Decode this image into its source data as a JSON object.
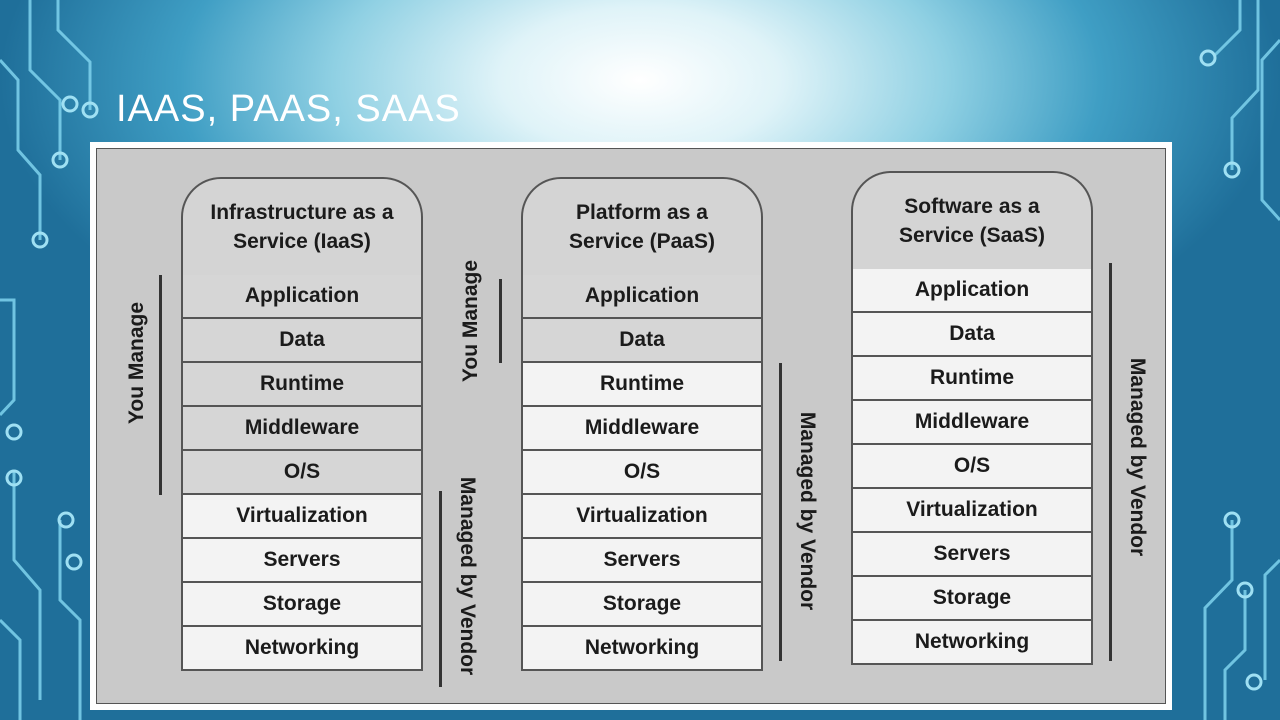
{
  "title": "IAAS, PAAS, SAAS",
  "colors": {
    "you_manage_fill": "#d6d6d6",
    "vendor_fill": "#f3f3f3",
    "panel": "#c9c9c9"
  },
  "columns": [
    {
      "id": "iaas",
      "header": "Infrastructure as a Service (IaaS)",
      "you_manage_count": 5,
      "layers": [
        "Application",
        "Data",
        "Runtime",
        "Middleware",
        "O/S",
        "Virtualization",
        "Servers",
        "Storage",
        "Networking"
      ]
    },
    {
      "id": "paas",
      "header": "Platform as a Service (PaaS)",
      "you_manage_count": 2,
      "layers": [
        "Application",
        "Data",
        "Runtime",
        "Middleware",
        "O/S",
        "Virtualization",
        "Servers",
        "Storage",
        "Networking"
      ]
    },
    {
      "id": "saas",
      "header": "Software as a Service (SaaS)",
      "you_manage_count": 0,
      "layers": [
        "Application",
        "Data",
        "Runtime",
        "Middleware",
        "O/S",
        "Virtualization",
        "Servers",
        "Storage",
        "Networking"
      ]
    }
  ],
  "labels": {
    "you_manage": "You Manage",
    "managed_by_vendor": "Managed by Vendor"
  }
}
